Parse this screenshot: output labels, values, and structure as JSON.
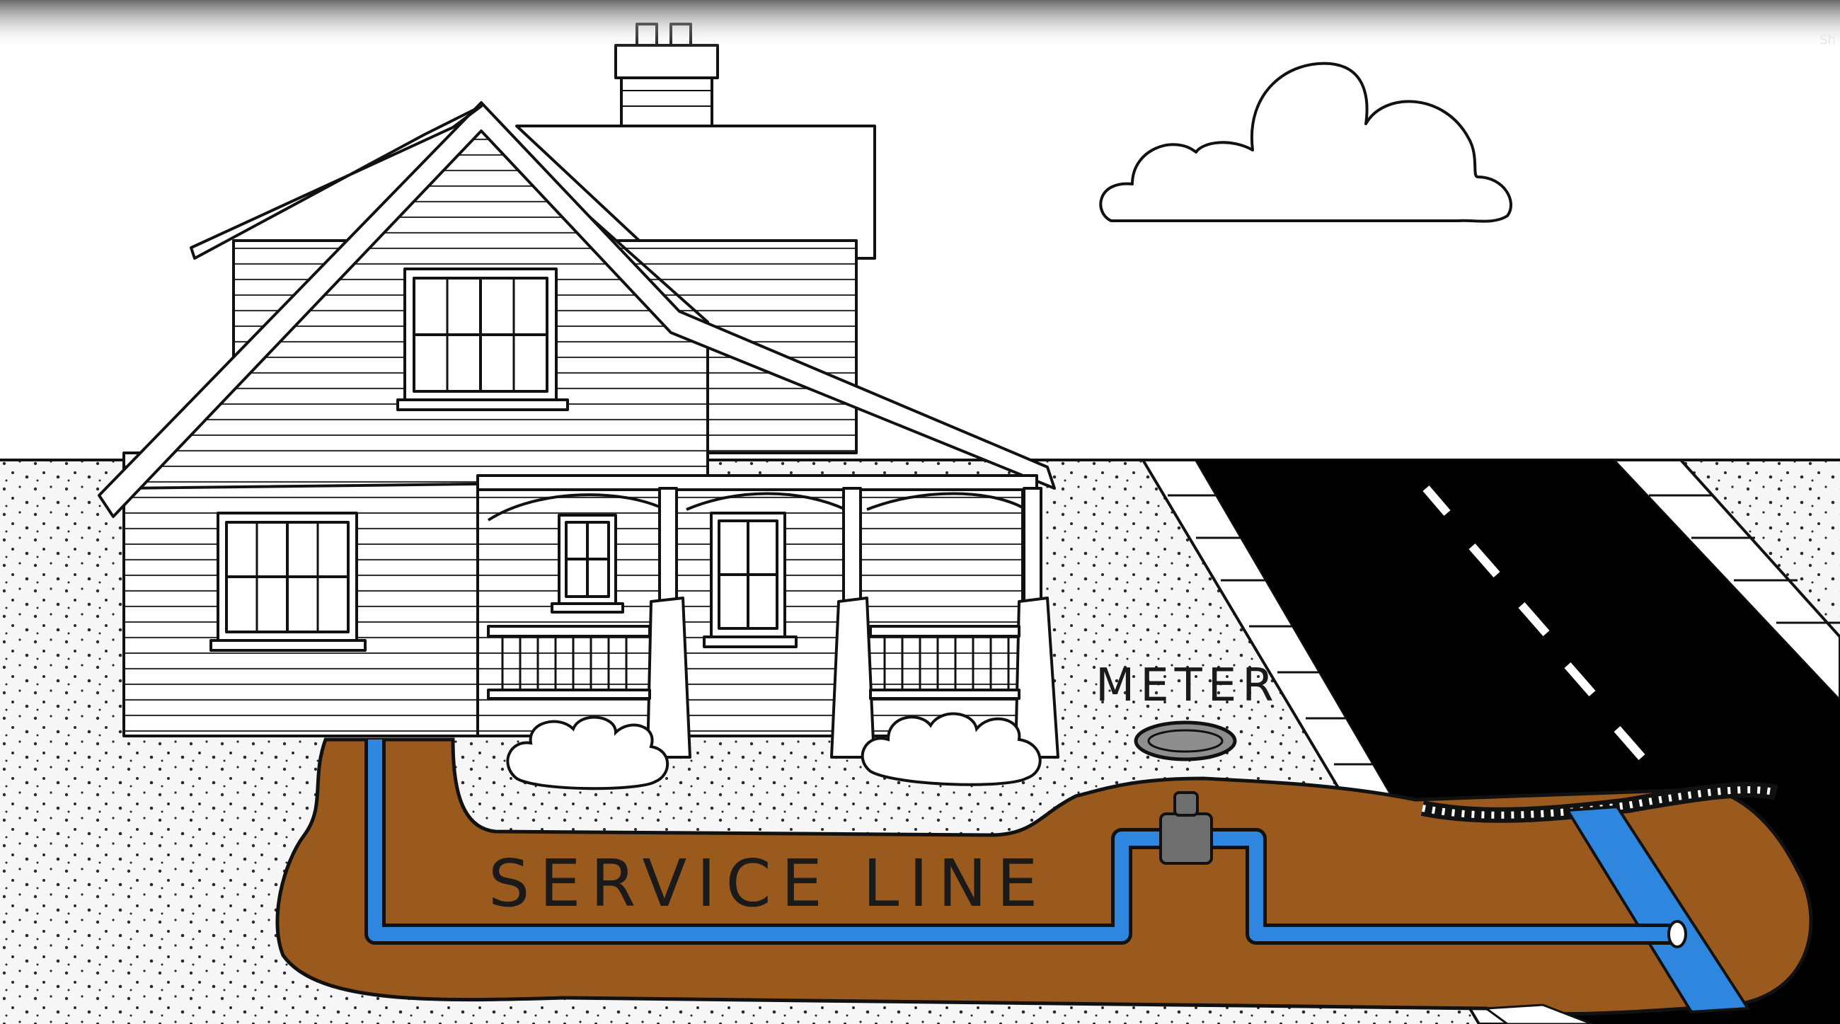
{
  "labels": {
    "meter": "METER",
    "service_line": "SERVICE LINE"
  },
  "overlay": {
    "corner_text": "Sh"
  },
  "colors": {
    "ground_fill": "#f4f4f4",
    "dirt": "#9a5a1e",
    "pipe_blue": "#2e86de",
    "road": "#000000",
    "outline": "#111111",
    "sky": "#ffffff",
    "top_bar": "#5a5a5a"
  }
}
